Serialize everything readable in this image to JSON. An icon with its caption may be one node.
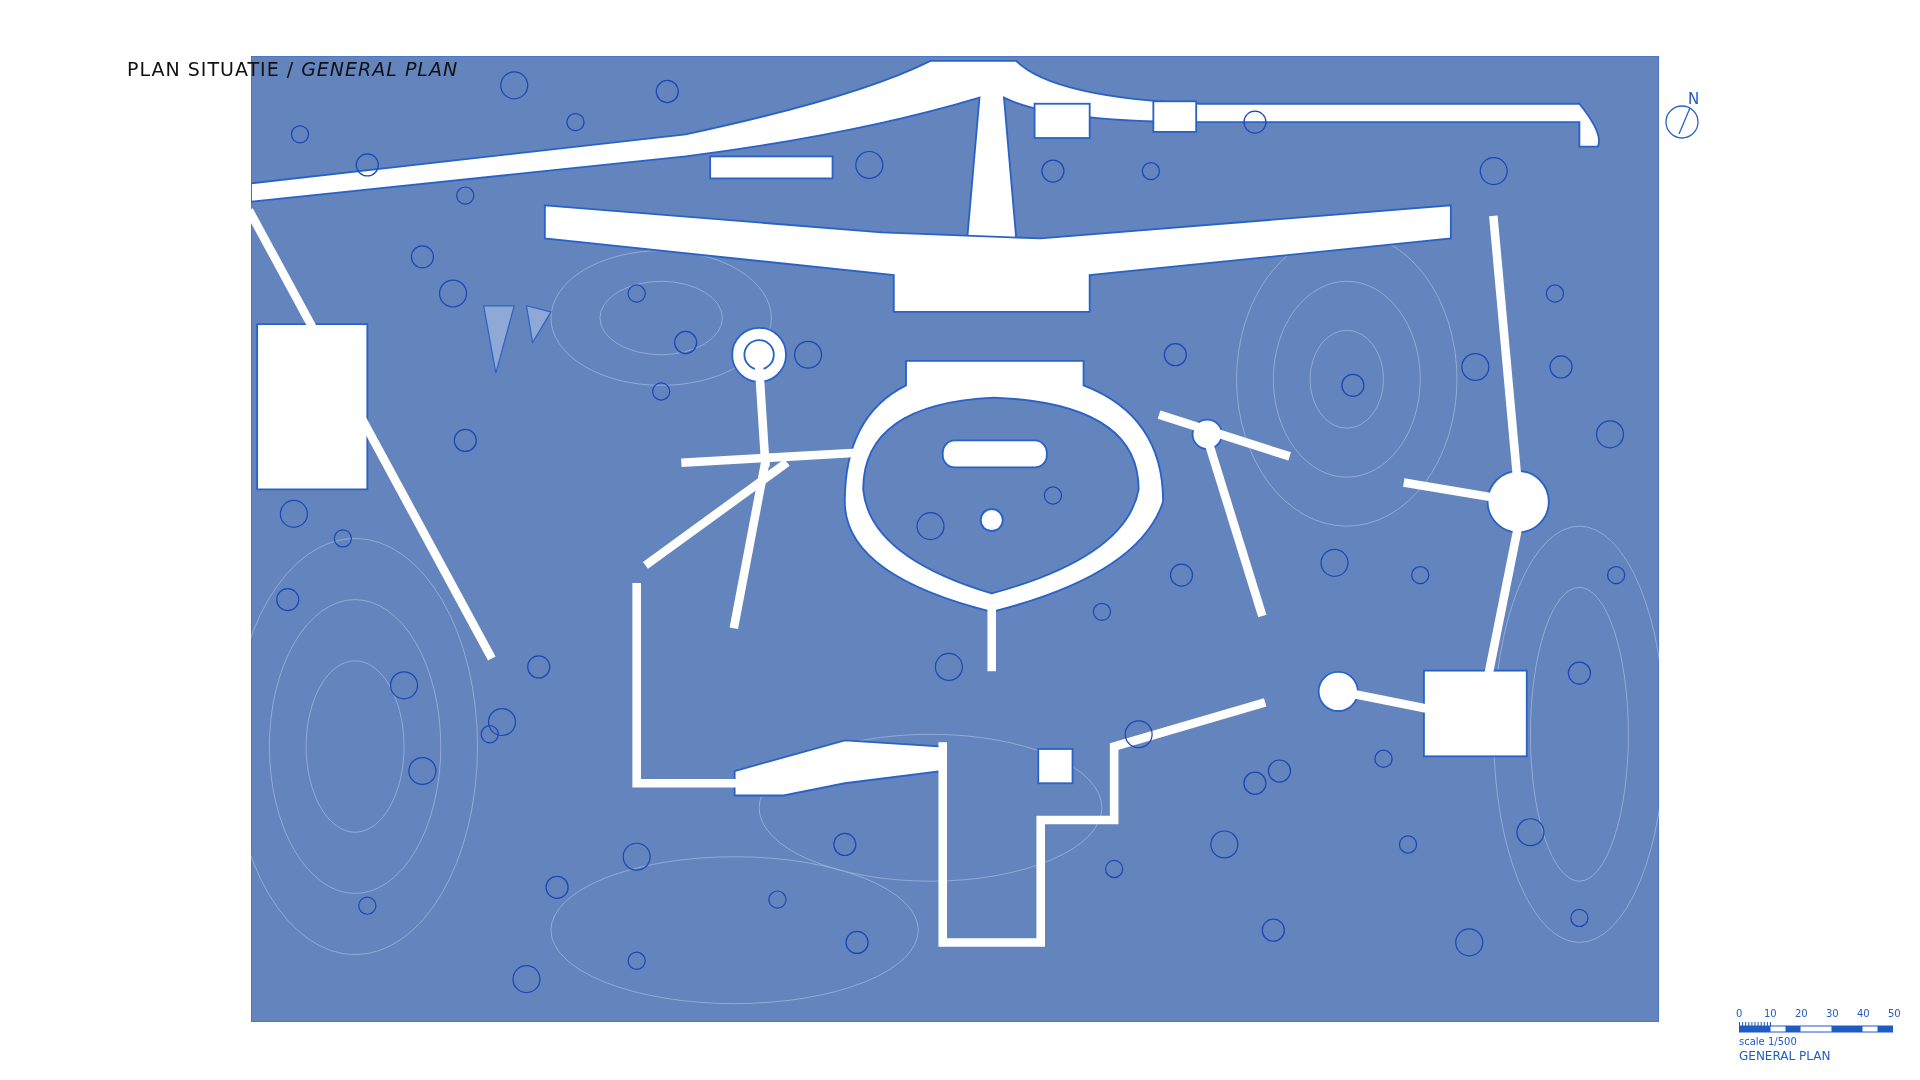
{
  "diagram": {
    "title": "PLAN SITUATIE / *GENERAL PLAN*",
    "labels": [
      "N",
      "0",
      "10",
      "20",
      "30",
      "40",
      "50",
      "scale 1/500",
      "GENERAL PLAN"
    ]
  }
}
